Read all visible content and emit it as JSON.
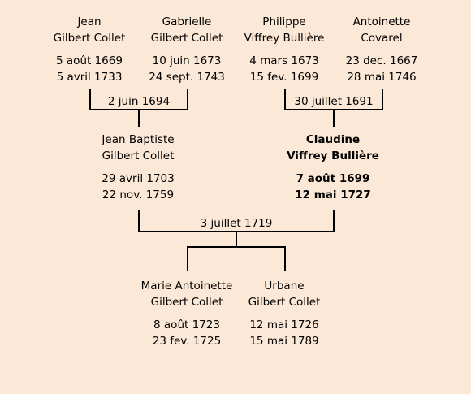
{
  "grandparents_paternal": {
    "father": {
      "first": "Jean",
      "last": "Gilbert Collet",
      "birth": "5 août 1669",
      "death": "5 avril 1733"
    },
    "mother": {
      "first": "Gabrielle",
      "last": "Gilbert Collet",
      "birth": "10 juin 1673",
      "death": "24 sept. 1743"
    },
    "marriage": "2 juin 1694"
  },
  "grandparents_maternal": {
    "father": {
      "first": "Philippe",
      "last": "Viffrey Bullière",
      "birth": "4 mars 1673",
      "death": "15 fev. 1699"
    },
    "mother": {
      "first": "Antoinette",
      "last": "Covarel",
      "birth": "23 dec. 1667",
      "death": "28 mai 1746"
    },
    "marriage": "30 juillet 1691"
  },
  "parents": {
    "father": {
      "first": "Jean Baptiste",
      "last": "Gilbert Collet",
      "birth": "29 avril 1703",
      "death": "22 nov. 1759"
    },
    "mother": {
      "first": "Claudine",
      "last": "Viffrey Bullière",
      "birth": "7 août 1699",
      "death": "12 mai 1727"
    },
    "marriage": "3 juillet 1719"
  },
  "children": [
    {
      "first": "Marie Antoinette",
      "last": "Gilbert Collet",
      "birth": "8 août 1723",
      "death": "23 fev. 1725"
    },
    {
      "first": "Urbane",
      "last": "Gilbert Collet",
      "birth": "12 mai 1726",
      "death": "15 mai 1789"
    }
  ]
}
